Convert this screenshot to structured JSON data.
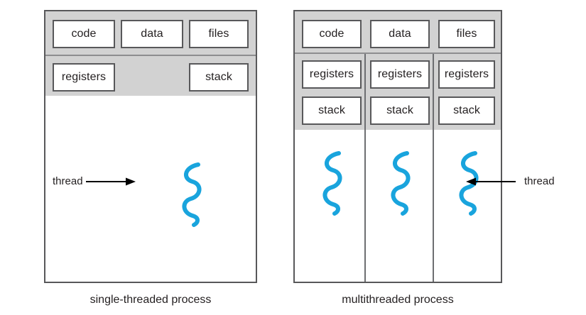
{
  "diagram": {
    "title": "single-threaded and multithreaded process memory layout",
    "colors": {
      "background": "#ffffff",
      "panel_border": "#58585a",
      "shared_band": "#d2d2d2",
      "band_divider": "#8d8d8f",
      "column_divider": "#6d6e71",
      "thread_stroke": "#19a4dd",
      "text": "#231f20",
      "arrow": "#000000"
    }
  },
  "single_threaded": {
    "caption": "single-threaded process",
    "shared_row": [
      {
        "label": "code"
      },
      {
        "label": "data"
      },
      {
        "label": "files"
      }
    ],
    "thread_row": [
      {
        "label": "registers"
      },
      {
        "label": "stack"
      }
    ],
    "thread_annotation": {
      "label": "thread",
      "arrow_direction": "right"
    },
    "thread_count": 1
  },
  "multithreaded": {
    "caption": "multithreaded process",
    "shared_row": [
      {
        "label": "code"
      },
      {
        "label": "data"
      },
      {
        "label": "files"
      }
    ],
    "registers_row": [
      {
        "label": "registers"
      },
      {
        "label": "registers"
      },
      {
        "label": "registers"
      }
    ],
    "stack_row": [
      {
        "label": "stack"
      },
      {
        "label": "stack"
      },
      {
        "label": "stack"
      }
    ],
    "thread_annotation": {
      "label": "thread",
      "arrow_direction": "left"
    },
    "thread_count": 3
  }
}
